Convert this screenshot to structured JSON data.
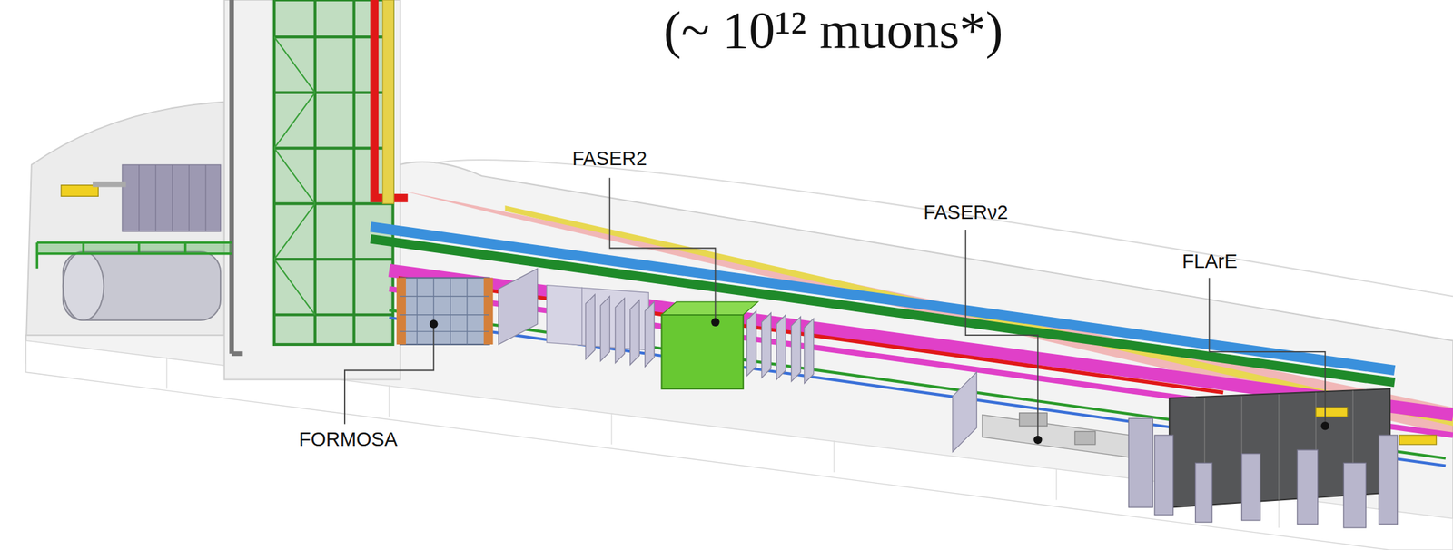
{
  "diagram": {
    "labels": [
      "(~ 10¹² muons*)",
      "FASER2",
      "FASERν2",
      "FLArE",
      "FORMOSA"
    ]
  }
}
